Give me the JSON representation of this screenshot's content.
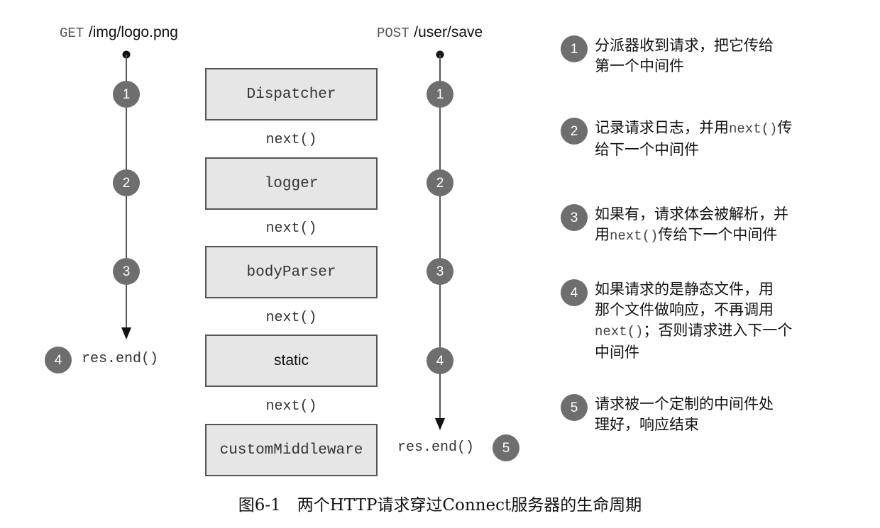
{
  "requests": {
    "get": {
      "method": "GET",
      "path": "/img/logo.png",
      "end": "res.end()",
      "end_step": "4"
    },
    "post": {
      "method": "POST",
      "path": "/user/save",
      "end": "res.end()",
      "end_step": "5"
    }
  },
  "path_steps": {
    "s1": "1",
    "s2": "2",
    "s3": "3",
    "s4": "4"
  },
  "middleware": {
    "dispatcher": "Dispatcher",
    "logger": "logger",
    "bodyParser": "bodyParser",
    "static": "static",
    "custom": "customMiddleware",
    "next_label": "next()"
  },
  "steps": [
    {
      "num": "1",
      "lines": [
        "分派器收到请求，把它传给",
        "第一个中间件"
      ]
    },
    {
      "num": "2",
      "line1a": "记录请求日志，并用",
      "line1code": "next()",
      "line1b": "传",
      "line2": "给下一个中间件"
    },
    {
      "num": "3",
      "line1": "如果有，请求体会被解析，并",
      "line2a": "用",
      "line2code": "next()",
      "line2b": "传给下一个中间件"
    },
    {
      "num": "4",
      "line1": "如果请求的是静态文件，用",
      "line2": "那个文件做响应，不再调用",
      "line3code": "next()",
      "line3b": "；否则请求进入下一个",
      "line4": "中间件"
    },
    {
      "num": "5",
      "lines": [
        "请求被一个定制的中间件处",
        "理好，响应结束"
      ]
    }
  ],
  "caption": "图6-1　两个HTTP请求穿过Connect服务器的生命周期",
  "colors": {
    "badge": "#6e6e6e",
    "box_fill": "#e6e6e6",
    "line": "#555555"
  }
}
